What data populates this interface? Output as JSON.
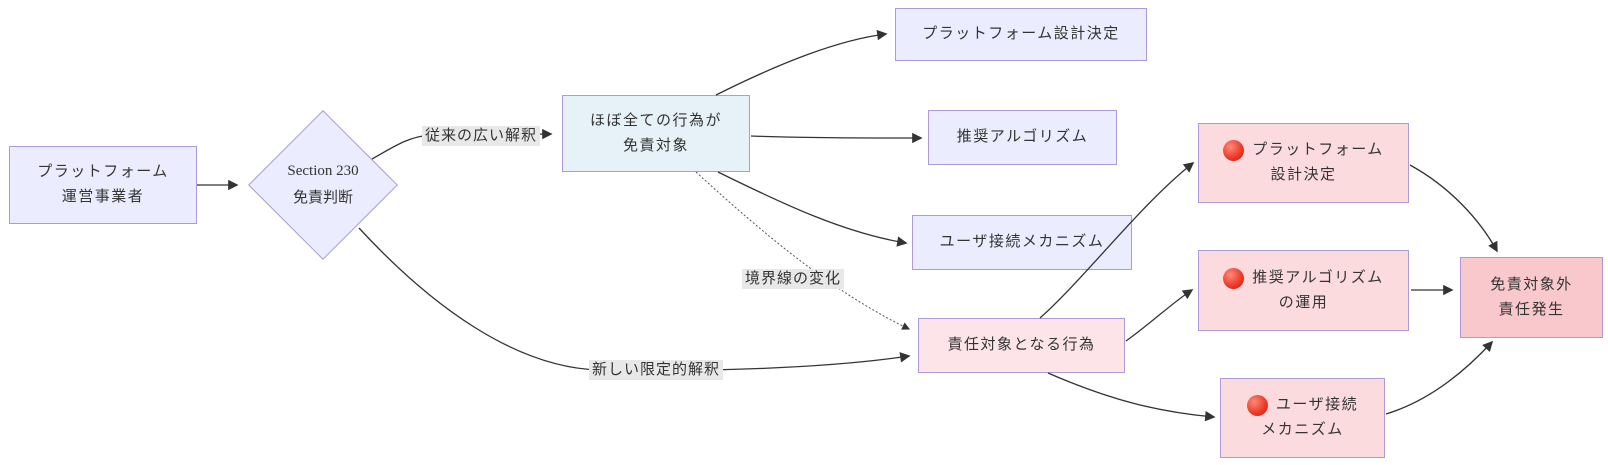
{
  "colors": {
    "purple_fill": "#ECECFF",
    "blue_fill": "#E7F1F8",
    "pink_fill_light": "#FCE4E9",
    "pink_fill": "#FCDBDE",
    "pink_fill_dark": "#F9C8CC",
    "node_border": "#AC9BD8",
    "line": "#333333",
    "label_bg": "#E8E8E8",
    "text": "#333333",
    "red_dot": "#E93423"
  },
  "nodes": {
    "operator": {
      "lines": [
        "プラットフォーム",
        "運営事業者"
      ]
    },
    "decision": {
      "lines": [
        "Section 230",
        "免責判断"
      ]
    },
    "broad_outcome": {
      "lines": [
        "ほぼ全ての行為が",
        "免責対象"
      ]
    },
    "design_decision": {
      "lines": [
        "プラットフォーム設計決定"
      ]
    },
    "recommend_algorithm": {
      "lines": [
        "推奨アルゴリズム"
      ]
    },
    "user_connection": {
      "lines": [
        "ユーザ接続メカニズム"
      ]
    },
    "liable_acts": {
      "lines": [
        "責任対象となる行為"
      ]
    },
    "liable_design": {
      "icon": "red-circle",
      "lines": [
        "プラットフォーム",
        "設計決定"
      ]
    },
    "liable_algorithm": {
      "icon": "red-circle",
      "lines": [
        "推奨アルゴリズム",
        "の運用"
      ]
    },
    "liable_connection": {
      "icon": "red-circle",
      "lines": [
        "ユーザ接続",
        "メカニズム"
      ]
    },
    "final_outcome": {
      "lines": [
        "免責対象外",
        "責任発生"
      ]
    }
  },
  "edge_labels": {
    "broad_interpretation": "従来の広い解釈",
    "boundary_shift": "境界線の変化",
    "narrow_interpretation": "新しい限定的解釈"
  }
}
